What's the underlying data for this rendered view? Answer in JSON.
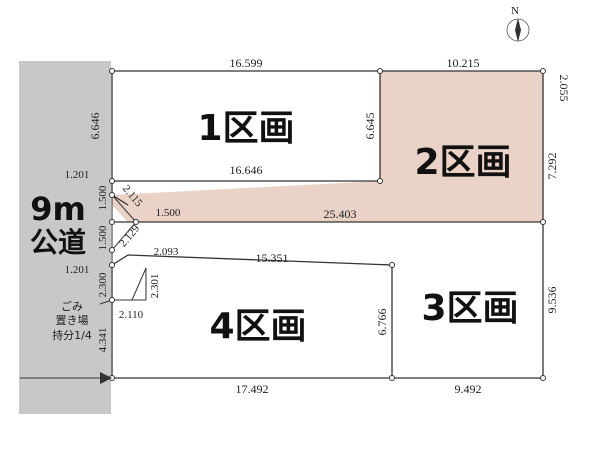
{
  "compass": {
    "north_label": "N",
    "icon": "north-arrow-icon"
  },
  "road": {
    "width_label": "9m",
    "name_label": "公道",
    "color": "#c8c8c8"
  },
  "lots": {
    "lot1": {
      "label": "1区画"
    },
    "lot2": {
      "label": "2区画",
      "color": "#ead2c6"
    },
    "lot3": {
      "label": "3区画"
    },
    "lot4": {
      "label": "4区画"
    }
  },
  "dimensions": {
    "top_lot1": "16.599",
    "top_lot2": "10.215",
    "right_top": "2.055",
    "lot1_left": "6.646",
    "lot1_right": "6.645",
    "lot1_bottom": "16.646",
    "lot2_right": "7.292",
    "flag_bottom": "25.403",
    "road_top": "1.201",
    "flag_left": "1.500",
    "corner_diag_top": "2.115",
    "corner_flag": "1.500",
    "left_15": "1.500",
    "corner_diag_bottom": "2.129",
    "road_bottom": "1.201",
    "cut_top": "2.093",
    "lot4_top": "15.351",
    "left_2300": "2.300",
    "inner_2301": "2.301",
    "inner_2110": "2.110",
    "left_4341": "4.341",
    "lot4_right": "6.766",
    "lot3_right": "9.536",
    "bottom_lot4": "17.492",
    "bottom_lot3": "9.492"
  },
  "garbage": {
    "line1": "ごみ",
    "line2": "置き場",
    "line3": "持分1/4"
  }
}
